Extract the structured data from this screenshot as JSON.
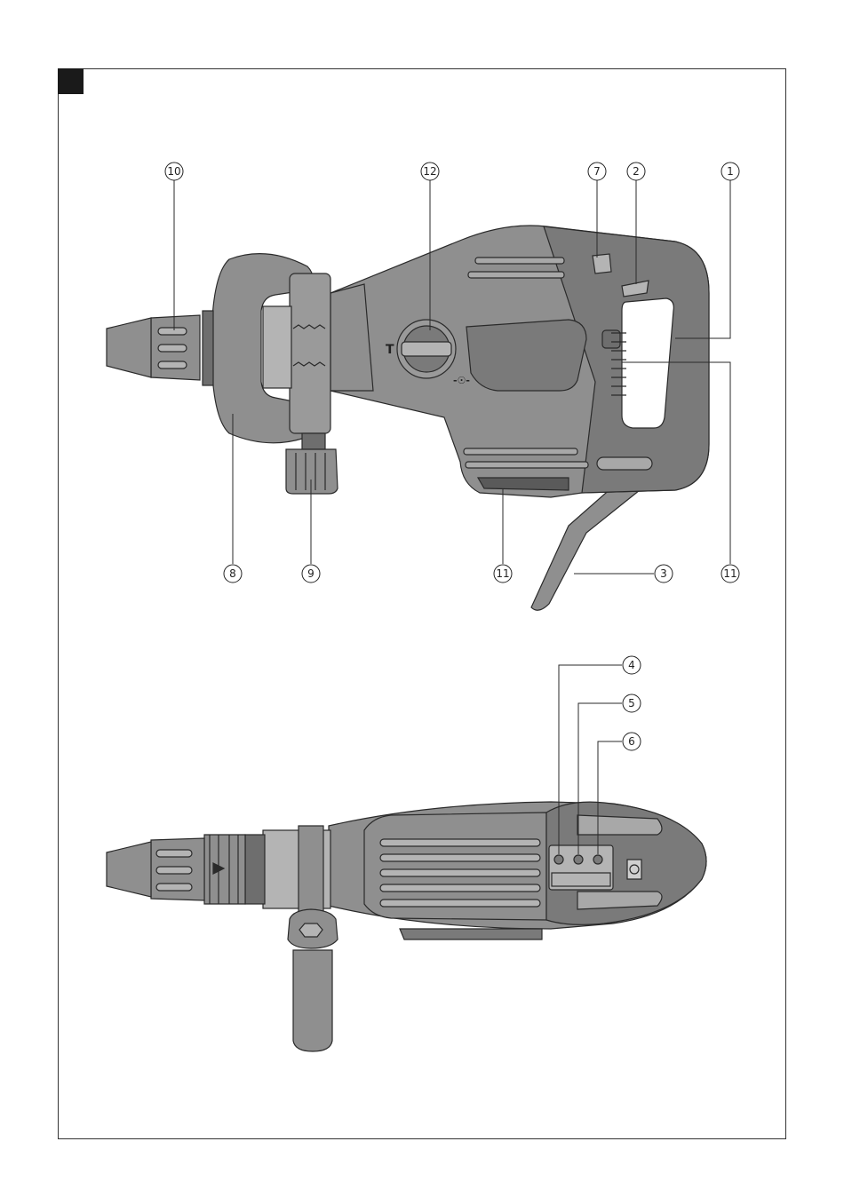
{
  "figure": {
    "mode_symbols": {
      "hammer": "T",
      "rotate": "-☉-"
    }
  },
  "callouts_top": [
    {
      "id": "c10",
      "label": "10"
    },
    {
      "id": "c12",
      "label": "12"
    },
    {
      "id": "c7",
      "label": "7"
    },
    {
      "id": "c2",
      "label": "2"
    },
    {
      "id": "c1",
      "label": "1"
    },
    {
      "id": "c8",
      "label": "8"
    },
    {
      "id": "c9",
      "label": "9"
    },
    {
      "id": "c11a",
      "label": "11"
    },
    {
      "id": "c3",
      "label": "3"
    },
    {
      "id": "c11b",
      "label": "11"
    }
  ],
  "callouts_bottom": [
    {
      "id": "c4",
      "label": "4"
    },
    {
      "id": "c5",
      "label": "5"
    },
    {
      "id": "c6",
      "label": "6"
    }
  ],
  "colors": {
    "body": "#8f8f8f",
    "body_dark": "#6e6e6e",
    "body_light": "#b4b4b4",
    "outline": "#2a2a2a",
    "frame": "#333333",
    "corner": "#1a1a1a"
  }
}
